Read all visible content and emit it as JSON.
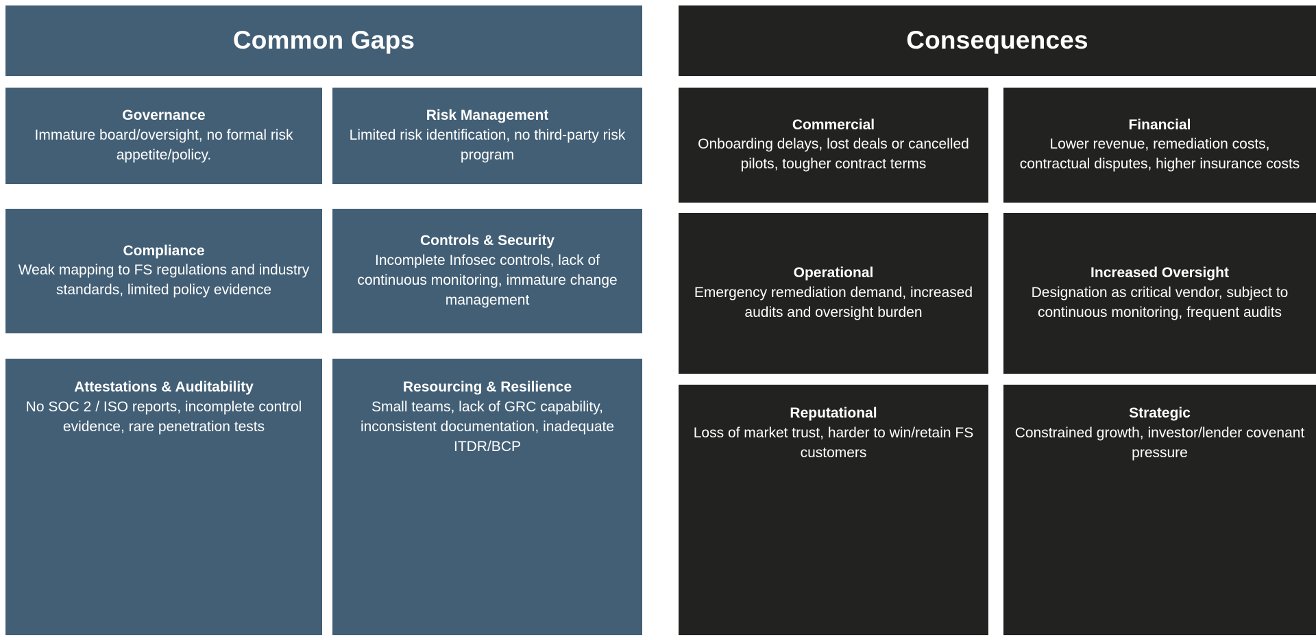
{
  "columns": [
    {
      "id": "common-gaps",
      "header": "Common Gaps",
      "header_color": "#425f75",
      "card_color": "#425f75",
      "text_color": "#ffffff",
      "cards": [
        {
          "title": "Governance",
          "body": "Immature board/oversight, no formal risk appetite/policy."
        },
        {
          "title": "Risk Management",
          "body": "Limited risk identification, no third-party risk program"
        },
        {
          "title": "Compliance",
          "body": "Weak mapping to FS regulations and industry standards, limited policy evidence"
        },
        {
          "title": "Controls & Security",
          "body": "Incomplete Infosec controls, lack of continuous monitoring, immature change management"
        },
        {
          "title": "Attestations & Auditability",
          "body": "No SOC 2 / ISO reports, incomplete control evidence, rare penetration tests"
        },
        {
          "title": "Resourcing & Resilience",
          "body": "Small teams, lack of GRC capability, inconsistent documentation, inadequate ITDR/BCP"
        }
      ]
    },
    {
      "id": "consequences",
      "header": "Consequences",
      "header_color": "#222221",
      "card_color": "#222221",
      "text_color": "#ffffff",
      "cards": [
        {
          "title": "Commercial",
          "body": "Onboarding delays, lost deals or cancelled pilots, tougher contract terms"
        },
        {
          "title": "Financial",
          "body": "Lower revenue, remediation costs, contractual disputes, higher insurance costs"
        },
        {
          "title": "Operational",
          "body": "Emergency remediation demand, increased audits and oversight burden"
        },
        {
          "title": "Increased Oversight",
          "body": "Designation as critical vendor, subject to continuous monitoring, frequent audits"
        },
        {
          "title": "Reputational",
          "body": "Loss of market trust, harder to win/retain FS customers"
        },
        {
          "title": "Strategic",
          "body": "Constrained growth, investor/lender covenant pressure"
        }
      ]
    }
  ]
}
